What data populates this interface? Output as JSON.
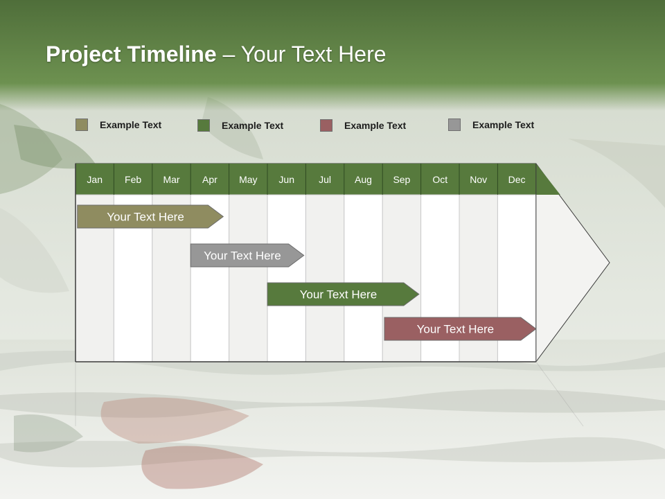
{
  "slide": {
    "title_bold": "Project Timeline",
    "title_rest": " – Your Text Here"
  },
  "legend": [
    {
      "label": "Example Text",
      "color": "#8f8c60"
    },
    {
      "label": "Example Text",
      "color": "#577a3d"
    },
    {
      "label": "Example Text",
      "color": "#9a6062"
    },
    {
      "label": "Example Text",
      "color": "#979797"
    }
  ],
  "timeline": {
    "months": [
      "Jan",
      "Feb",
      "Mar",
      "Apr",
      "May",
      "Jun",
      "Jul",
      "Aug",
      "Sep",
      "Oct",
      "Nov",
      "Dec"
    ],
    "header_color": "#577a3d",
    "tasks": [
      {
        "label": "Your  Text Here",
        "start": 0.05,
        "end": 3.85,
        "color": "#8f8c60"
      },
      {
        "label": "Your  Text Here",
        "start": 3.0,
        "end": 5.95,
        "color": "#979797"
      },
      {
        "label": "Your  Text Here",
        "start": 5.0,
        "end": 8.95,
        "color": "#577a3d"
      },
      {
        "label": "Your  Text Here",
        "start": 8.05,
        "end": 12.0,
        "color": "#9a6062"
      }
    ]
  }
}
